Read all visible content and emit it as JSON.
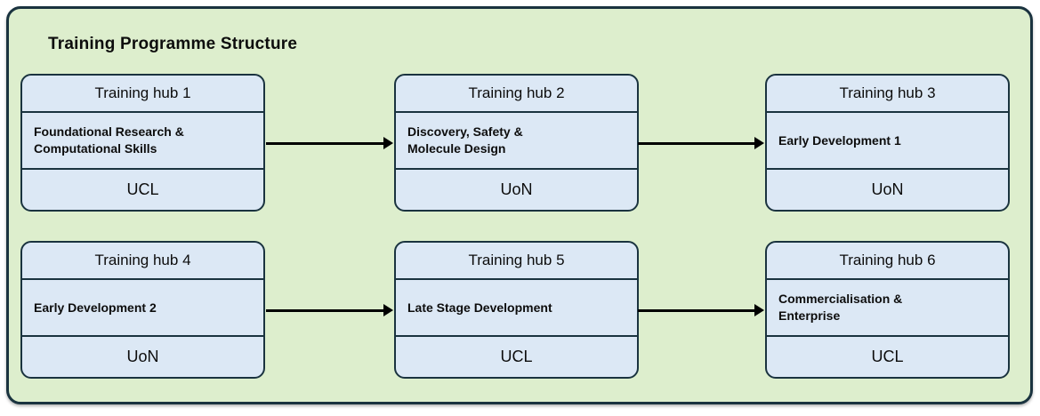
{
  "title": "Training Programme Structure",
  "hubs": [
    {
      "title": "Training hub 1",
      "focus": "Foundational Research &\nComputational Skills",
      "institution": "UCL"
    },
    {
      "title": "Training hub 2",
      "focus": "Discovery, Safety &\nMolecule Design",
      "institution": "UoN"
    },
    {
      "title": "Training hub 3",
      "focus": "Early Development 1",
      "institution": "UoN"
    },
    {
      "title": "Training hub 4",
      "focus": "Early Development 2",
      "institution": "UoN"
    },
    {
      "title": "Training hub 5",
      "focus": "Late Stage Development",
      "institution": "UCL"
    },
    {
      "title": "Training hub 6",
      "focus": "Commercialisation &\nEnterprise",
      "institution": "UCL"
    }
  ],
  "arrows": [
    {
      "from": "Training hub 1",
      "to": "Training hub 2"
    },
    {
      "from": "Training hub 2",
      "to": "Training hub 3"
    },
    {
      "from": "Training hub 4",
      "to": "Training hub 5"
    },
    {
      "from": "Training hub 5",
      "to": "Training hub 6"
    }
  ],
  "colors": {
    "page_background": "#ffffff",
    "container_fill": "#ddeecd",
    "container_border": "#1a333f",
    "hub_fill": "#dce8f5",
    "hub_border": "#1a333f",
    "arrow": "#000000",
    "text": "#0d0d0d"
  }
}
